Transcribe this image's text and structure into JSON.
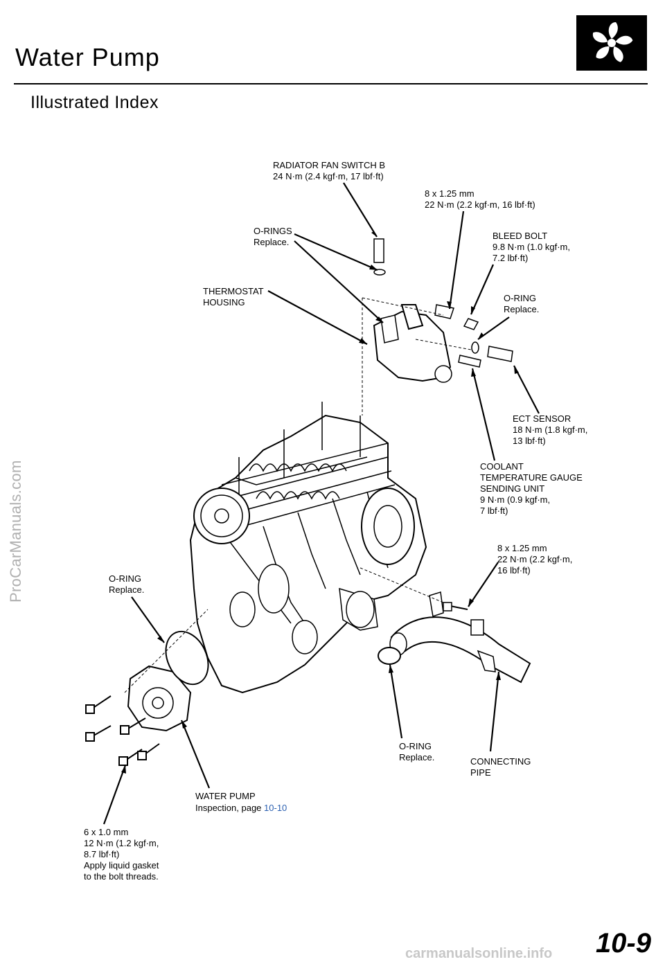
{
  "header": {
    "title": "Water Pump",
    "subtitle": "Illustrated Index"
  },
  "labels": {
    "radiator_fan_switch": "RADIATOR FAN SWITCH B\n24 N·m (2.4 kgf·m, 17 lbf·ft)",
    "bolt_top": "8 x 1.25 mm\n22 N·m (2.2 kgf·m, 16 lbf·ft)",
    "orings_top": "O-RINGS\nReplace.",
    "bleed_bolt": "BLEED BOLT\n9.8 N·m (1.0 kgf·m,\n7.2 lbf·ft)",
    "thermostat_housing": "THERMOSTAT\nHOUSING",
    "oring_right": "O-RING\nReplace.",
    "ect_sensor": "ECT SENSOR\n18 N·m (1.8 kgf·m,\n13 lbf·ft)",
    "coolant_gauge": "COOLANT\nTEMPERATURE GAUGE\nSENDING UNIT\n9 N·m (0.9 kgf·m,\n7 lbf·ft)",
    "bolt_pipe": "8 x 1.25 mm\n22 N·m (2.2 kgf·m,\n16 lbf·ft)",
    "oring_left": "O-RING\nReplace.",
    "oring_bottom": "O-RING\nReplace.",
    "connecting_pipe": "CONNECTING\nPIPE",
    "water_pump": "WATER PUMP",
    "inspection_prefix": "Inspection, page ",
    "inspection_page": "10-10",
    "bolt_pump": "6 x 1.0 mm\n12 N·m (1.2 kgf·m,\n8.7 lbf·ft)\nApply liquid gasket\nto the bolt threads."
  },
  "watermark": "ProCarManuals.com",
  "page_number": "10-9",
  "footer": "carmanualsonline.info",
  "icons": {
    "badge": "fan-icon"
  }
}
